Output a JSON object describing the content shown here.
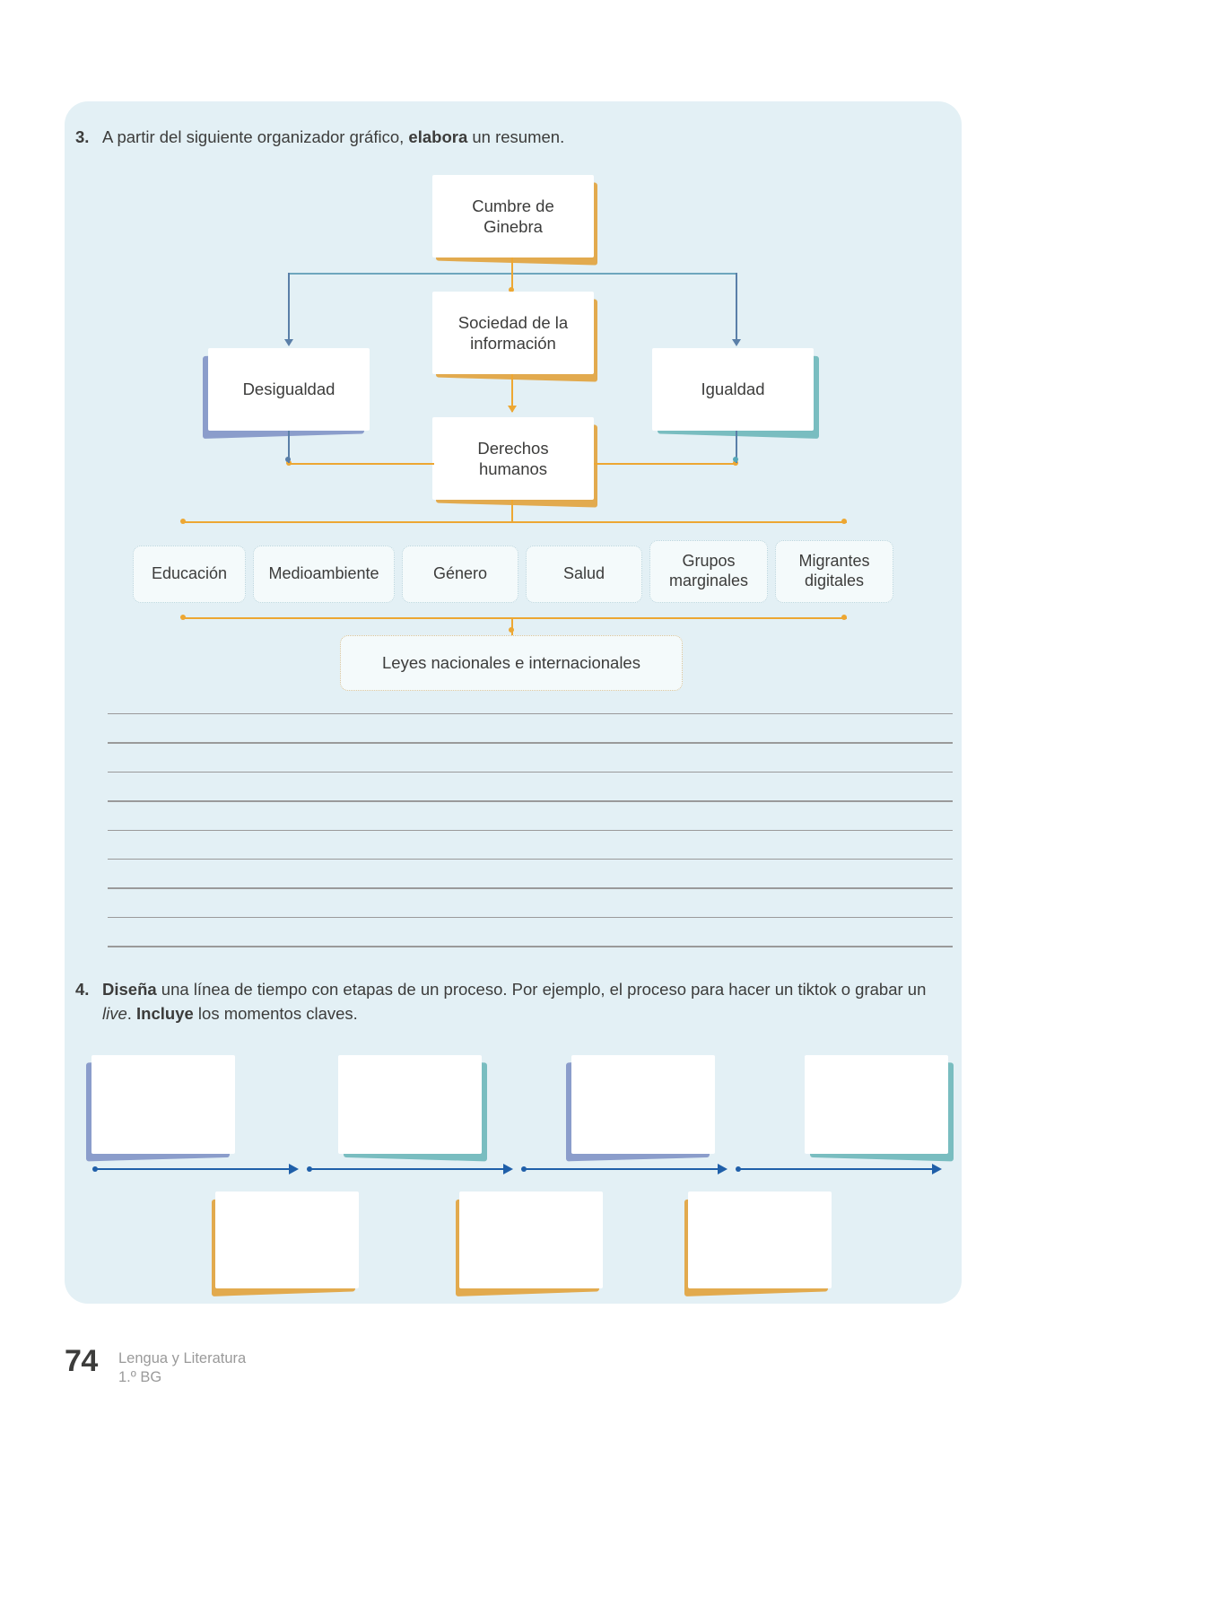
{
  "exercise3": {
    "number": "3.",
    "text_before": "A partir del siguiente organizador gráfico, ",
    "bold": "elabora",
    "text_after": " un resumen."
  },
  "exercise4": {
    "number": "4.",
    "bold1": "Diseña",
    "text1": " una línea de tiempo con etapas de un proceso. Por ejemplo, el proceso para hacer un tiktok o grabar un ",
    "italic": "live",
    "text2": ". ",
    "bold2": "Incluye",
    "text3": " los momentos claves."
  },
  "organizer": {
    "root": "Cumbre de Ginebra",
    "level2": "Sociedad de la información",
    "left": "Desigualdad",
    "right": "Igualdad",
    "level3": "Derechos humanos",
    "categories": [
      "Educación",
      "Medioambiente",
      "Género",
      "Salud",
      "Grupos marginales",
      "Migrantes digitales"
    ],
    "footer_box": "Leyes nacionales e internacionales"
  },
  "writing_lines": {
    "count": 9
  },
  "timeline": {
    "top_cards": 4,
    "bottom_cards": 3,
    "segments": 4
  },
  "footer": {
    "page_number": "74",
    "subject": "Lengua y Literatura",
    "grade": "1.º BG"
  },
  "colors": {
    "panel_bg": "#e3f0f5",
    "gold": "#e2aa4e",
    "blue": "#8b9dcb",
    "teal": "#79bdc0",
    "connector_gold": "#eda733",
    "connector_blue": "#5a7fa8",
    "timeline_arrow": "#1f5fa9",
    "text": "#3c3c3b",
    "muted": "#9a9a9a"
  }
}
